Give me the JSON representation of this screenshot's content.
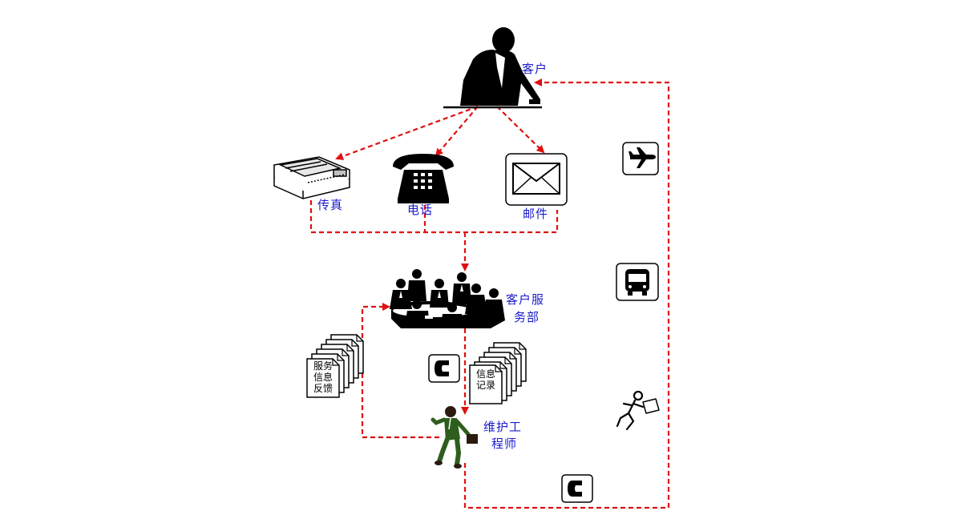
{
  "colors": {
    "label": "#1a1acc",
    "arrow": "#e01010",
    "ink": "#000000"
  },
  "labels": {
    "customer": "客户",
    "fax": "传真",
    "phone": "电话",
    "mail": "邮件",
    "service_dept_line1": "客户服",
    "service_dept_line2": "务部",
    "engineer_line1": "维护工",
    "engineer_line2": "程师"
  },
  "documents": {
    "feedback": [
      "服务",
      "信息",
      "反馈"
    ],
    "record": [
      "信息",
      "记录"
    ]
  },
  "icons": {
    "customer": "businessman-at-desk-icon",
    "fax": "fax-machine-icon",
    "phone": "desk-telephone-icon",
    "mail": "envelope-icon",
    "meeting": "meeting-group-icon",
    "engineer": "running-engineer-icon",
    "airplane": "airplane-icon",
    "bus": "bus-icon",
    "runner": "running-courier-icon",
    "handset": "phone-handset-icon"
  }
}
